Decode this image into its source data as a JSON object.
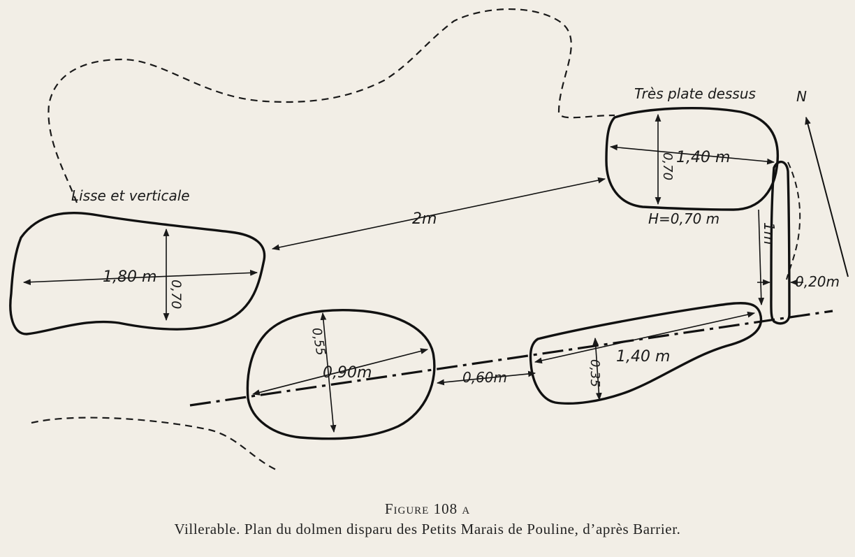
{
  "labels": {
    "stone_a_note": "Lisse et verticale",
    "stone_b_note": "Très plate dessus",
    "north": "N",
    "stone_a_length": "1,80 m",
    "stone_a_width": "0,70",
    "stone_b_length": "1,40 m",
    "stone_b_width": "0,70",
    "stone_b_height": "H=0,70 m",
    "distance_ab": "2m",
    "distance_b_slab": "1m",
    "slab_width": "0,20m",
    "stone_c_length": "0,90m",
    "stone_c_width": "0,55",
    "distance_cd": "0,60m",
    "stone_d_length": "1,40 m",
    "stone_d_width": "0,35"
  },
  "caption": {
    "title": "Figure 108 a",
    "subtitle": "Villerable. Plan du dolmen disparu des Petits Marais de Pouline, d’après Barrier."
  }
}
